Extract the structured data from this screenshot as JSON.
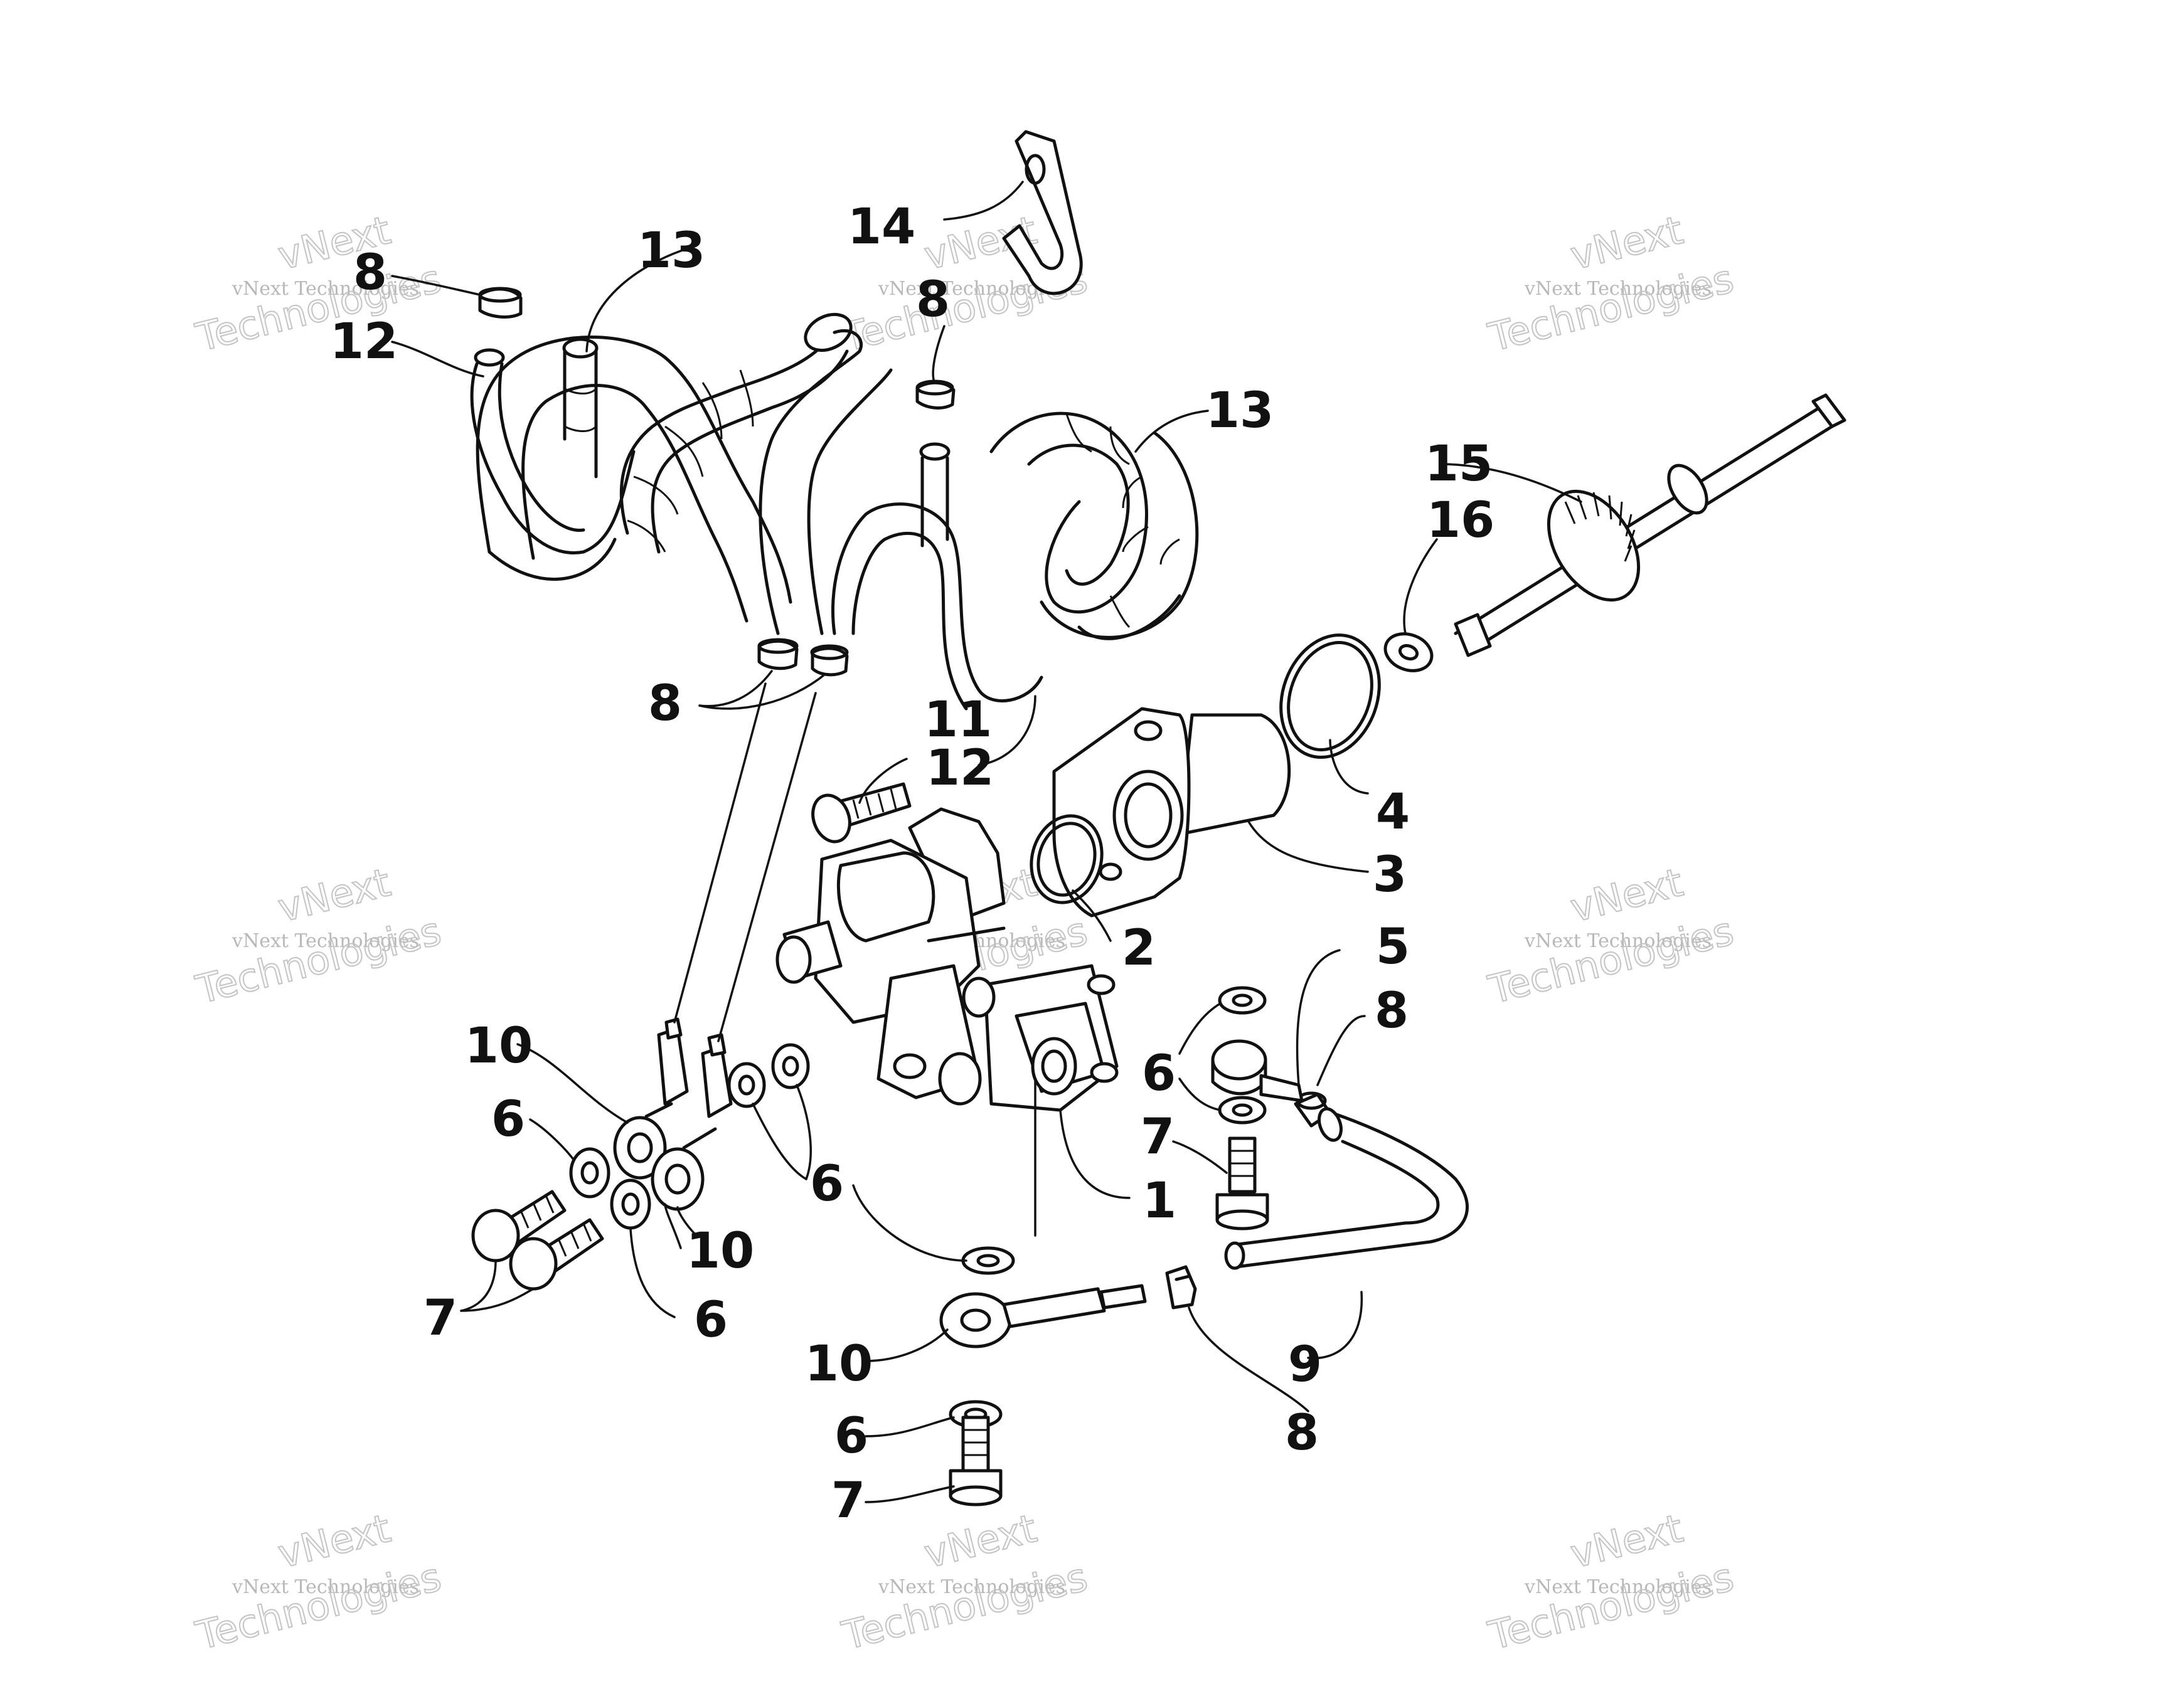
{
  "watermark": {
    "line1": "vNext",
    "line2": "vNext Technologies",
    "line3": "Technologies"
  },
  "callouts": {
    "c1": "1",
    "c2": "2",
    "c3": "3",
    "c4": "4",
    "c5": "5",
    "c6a": "6",
    "c6b": "6",
    "c6c": "6",
    "c6d": "6",
    "c6e": "6",
    "c7a": "7",
    "c7b": "7",
    "c7c": "7",
    "c8a": "8",
    "c8b": "8",
    "c8c": "8",
    "c8d": "8",
    "c8e": "8",
    "c9": "9",
    "c10a": "10",
    "c10b": "10",
    "c10c": "10",
    "c11": "11",
    "c12a": "12",
    "c12b": "12",
    "c13a": "13",
    "c13b": "13",
    "c14": "14",
    "c15": "15",
    "c16": "16"
  }
}
